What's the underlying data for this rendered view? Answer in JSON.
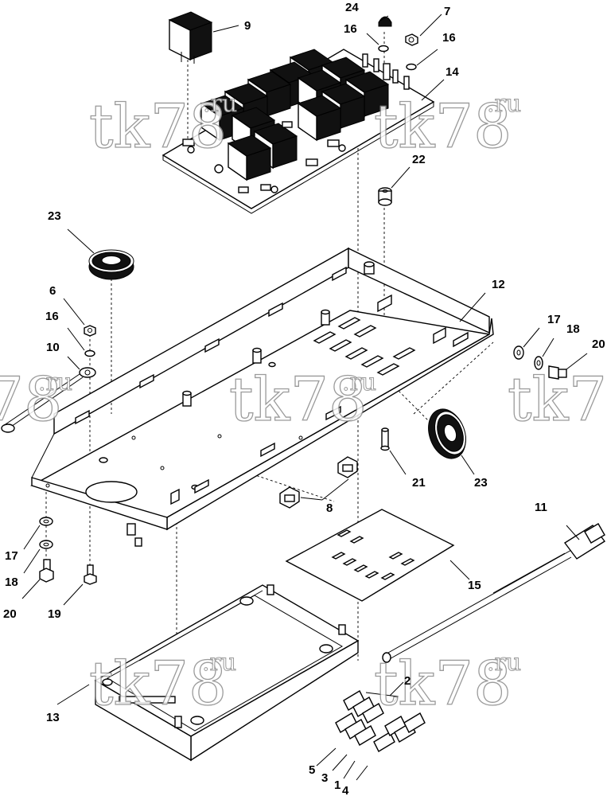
{
  "watermark": {
    "main": "tk78",
    "suffix": ".ru"
  },
  "callouts": {
    "c1": "1",
    "c2": "2",
    "c3": "3",
    "c4": "4",
    "c5": "5",
    "c6": "6",
    "c7": "7",
    "c8": "8",
    "c9": "9",
    "c10": "10",
    "c11": "11",
    "c12": "12",
    "c13": "13",
    "c14": "14",
    "c15": "15",
    "c16a": "16",
    "c16b": "16",
    "c16c": "16",
    "c17a": "17",
    "c17b": "17",
    "c18a": "18",
    "c18b": "18",
    "c19": "19",
    "c20a": "20",
    "c20b": "20",
    "c21": "21",
    "c22": "22",
    "c23a": "23",
    "c23b": "23",
    "c24": "24"
  }
}
